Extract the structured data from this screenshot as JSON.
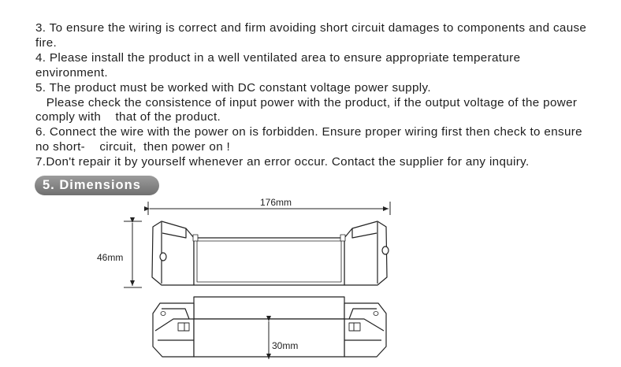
{
  "instructions": [
    "3. To ensure the wiring is correct and firm avoiding short circuit damages to components and cause fire.",
    "4. Please install the product in a well ventilated area to ensure appropriate temperature environment.",
    "5. The product must be worked with DC constant voltage power supply.",
    "   Please check the consistence of input power with the product, if the output voltage of the power comply with    that of the product.",
    "6. Connect the wire with the power on is forbidden. Ensure proper wiring first then check to ensure no short-    circuit,  then power on !",
    "7.Don't repair it by yourself whenever an error occur. Contact the supplier for any inquiry."
  ],
  "section": {
    "title": "5. Dimensions"
  },
  "dimensions": {
    "length": "176mm",
    "height": "46mm",
    "depth": "30mm"
  }
}
